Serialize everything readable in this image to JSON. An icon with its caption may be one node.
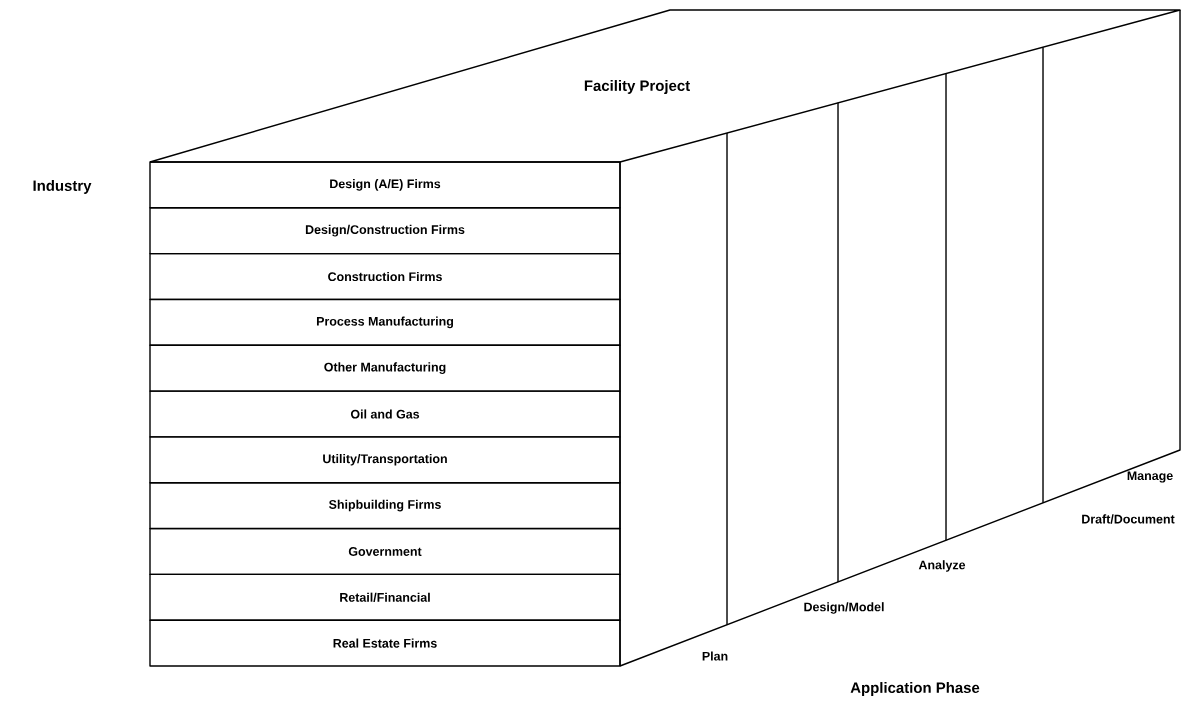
{
  "diagram": {
    "title": "Facility Project",
    "nodes": [
      {
        "text": [
          "Design (A/E) Firms"
        ]
      },
      {
        "text": [
          "Design/Construction Firms"
        ]
      },
      {
        "text": [
          "Construction Firms"
        ]
      },
      {
        "text": [
          "Process Manufacturing"
        ]
      },
      {
        "text": [
          "Other Manufacturing"
        ]
      },
      {
        "text": [
          "Oil and Gas"
        ]
      },
      {
        "text": [
          "Utility/Transportation"
        ]
      },
      {
        "text": [
          "Shipbuilding Firms"
        ]
      },
      {
        "text": [
          "Government"
        ]
      },
      {
        "text": [
          "Retail/Financial"
        ]
      },
      {
        "text": [
          "Real Estate Firms"
        ]
      }
    ],
    "labels": [
      "Industry",
      "Manage",
      "Draft/Document",
      "Analyze",
      "Design/Model",
      "Plan",
      "Application Phase"
    ]
  }
}
